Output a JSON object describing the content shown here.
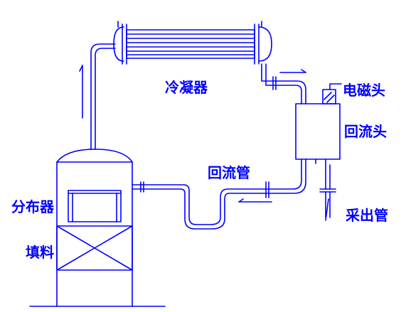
{
  "diagram": {
    "labels": {
      "condenser": "冷凝器",
      "solenoid": "电磁头",
      "reflux_head": "回流头",
      "reflux_pipe": "回流管",
      "distributor": "分布器",
      "packing": "填料",
      "takeoff_pipe": "采出管"
    },
    "colors": {
      "line": "#0000ff",
      "text": "#0000ff",
      "background": "#ffffff"
    }
  }
}
